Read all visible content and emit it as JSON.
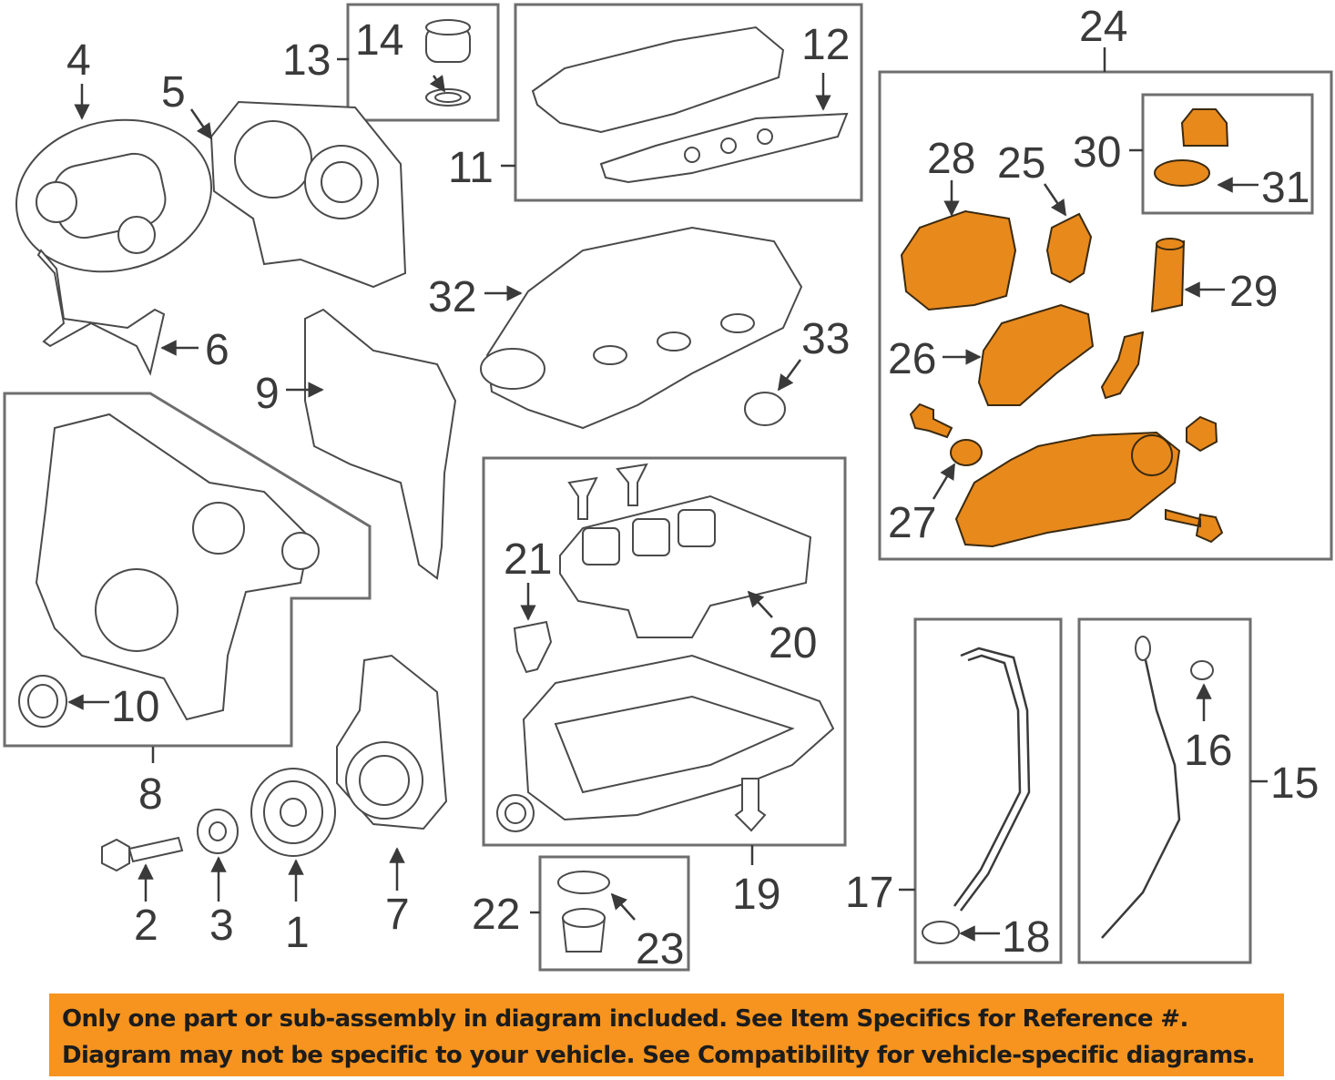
{
  "callouts": {
    "n1": "1",
    "n2": "2",
    "n3": "3",
    "n4": "4",
    "n5": "5",
    "n6": "6",
    "n7": "7",
    "n8": "8",
    "n9": "9",
    "n10": "10",
    "n11": "11",
    "n12": "12",
    "n13": "13",
    "n14": "14",
    "n15": "15",
    "n16": "16",
    "n17": "17",
    "n18": "18",
    "n19": "19",
    "n20": "20",
    "n21": "21",
    "n22": "22",
    "n23": "23",
    "n24": "24",
    "n25": "25",
    "n26": "26",
    "n27": "27",
    "n28": "28",
    "n29": "29",
    "n30": "30",
    "n31": "31",
    "n32": "32",
    "n33": "33"
  },
  "highlight_color": "#e8891c",
  "banner": {
    "line1": "Only one part or sub-assembly in diagram included. See Item Specifics for Reference #.",
    "line2": "Diagram may not be specific to your vehicle. See Compatibility for vehicle-specific diagrams.",
    "background": "#f6941f"
  }
}
